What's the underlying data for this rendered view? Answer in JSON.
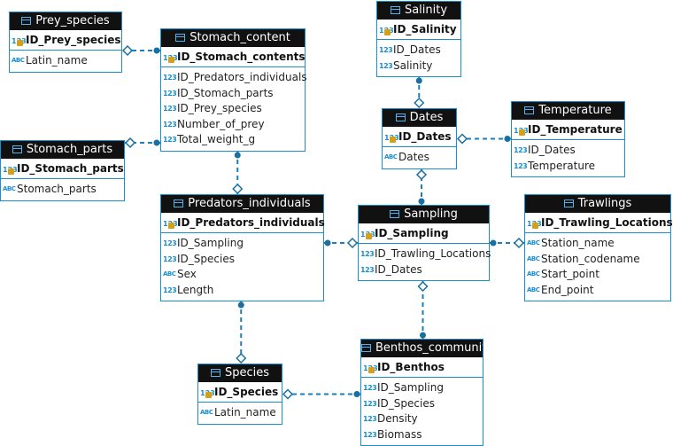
{
  "type_labels": {
    "numeric": "123",
    "text": "ABC"
  },
  "entities": {
    "prey_species": {
      "name": "Prey_species",
      "pk": "ID_Prey_species",
      "fields": [
        {
          "type": "text",
          "name": "Latin_name"
        }
      ]
    },
    "stomach_content": {
      "name": "Stomach_content",
      "pk": "ID_Stomach_contents",
      "fields": [
        {
          "type": "numeric",
          "name": "ID_Predators_individuals"
        },
        {
          "type": "numeric",
          "name": "ID_Stomach_parts"
        },
        {
          "type": "numeric",
          "name": "ID_Prey_species"
        },
        {
          "type": "numeric",
          "name": "Number_of_prey"
        },
        {
          "type": "numeric",
          "name": "Total_weight_g"
        }
      ]
    },
    "stomach_parts": {
      "name": "Stomach_parts",
      "pk": "ID_Stomach_parts",
      "fields": [
        {
          "type": "text",
          "name": "Stomach_parts"
        }
      ]
    },
    "salinity": {
      "name": "Salinity",
      "pk": "ID_Salinity",
      "fields": [
        {
          "type": "numeric",
          "name": "ID_Dates"
        },
        {
          "type": "numeric",
          "name": "Salinity"
        }
      ]
    },
    "dates": {
      "name": "Dates",
      "pk": "ID_Dates",
      "fields": [
        {
          "type": "text",
          "name": "Dates"
        }
      ]
    },
    "temperature": {
      "name": "Temperature",
      "pk": "ID_Temperature",
      "fields": [
        {
          "type": "numeric",
          "name": "ID_Dates"
        },
        {
          "type": "numeric",
          "name": "Temperature"
        }
      ]
    },
    "predators_individuals": {
      "name": "Predators_individuals",
      "pk": "ID_Predators_individuals",
      "fields": [
        {
          "type": "numeric",
          "name": "ID_Sampling"
        },
        {
          "type": "numeric",
          "name": "ID_Species"
        },
        {
          "type": "text",
          "name": "Sex"
        },
        {
          "type": "numeric",
          "name": "Length"
        }
      ]
    },
    "sampling": {
      "name": "Sampling",
      "pk": "ID_Sampling",
      "fields": [
        {
          "type": "numeric",
          "name": "ID_Trawling_Locations"
        },
        {
          "type": "numeric",
          "name": "ID_Dates"
        }
      ]
    },
    "trawlings": {
      "name": "Trawlings",
      "pk": "ID_Trawling_Locations",
      "fields": [
        {
          "type": "text",
          "name": "Station_name"
        },
        {
          "type": "text",
          "name": "Station_codename"
        },
        {
          "type": "text",
          "name": "Start_point"
        },
        {
          "type": "text",
          "name": "End_point"
        }
      ]
    },
    "species": {
      "name": "Species",
      "pk": "ID_Species",
      "fields": [
        {
          "type": "text",
          "name": "Latin_name"
        }
      ]
    },
    "benthos": {
      "name": "Benthos_communit",
      "pk": "ID_Benthos",
      "fields": [
        {
          "type": "numeric",
          "name": "ID_Sampling"
        },
        {
          "type": "numeric",
          "name": "ID_Species"
        },
        {
          "type": "numeric",
          "name": "Density"
        },
        {
          "type": "numeric",
          "name": "Biomass"
        }
      ]
    }
  },
  "relationships": [
    {
      "from": "stomach_content",
      "to": "prey_species"
    },
    {
      "from": "stomach_content",
      "to": "stomach_parts"
    },
    {
      "from": "stomach_content",
      "to": "predators_individuals"
    },
    {
      "from": "salinity",
      "to": "dates"
    },
    {
      "from": "temperature",
      "to": "dates"
    },
    {
      "from": "sampling",
      "to": "dates"
    },
    {
      "from": "predators_individuals",
      "to": "sampling"
    },
    {
      "from": "sampling",
      "to": "trawlings"
    },
    {
      "from": "predators_individuals",
      "to": "species"
    },
    {
      "from": "benthos",
      "to": "sampling"
    },
    {
      "from": "benthos",
      "to": "species"
    }
  ]
}
